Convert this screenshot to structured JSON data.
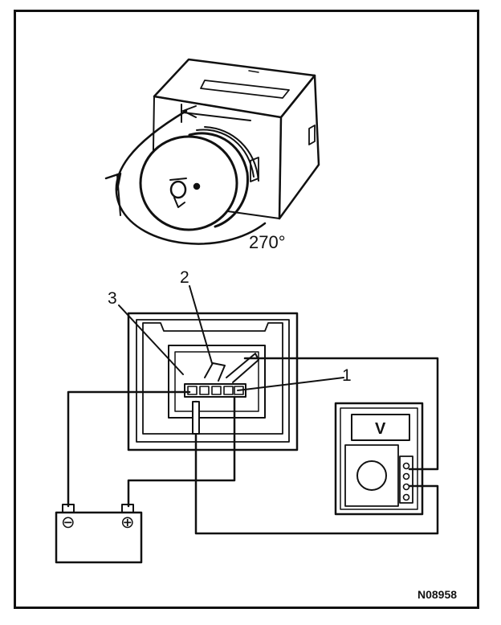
{
  "diagram": {
    "angle_label": "270°",
    "callouts": [
      "1",
      "2",
      "3"
    ],
    "meter_label": "V",
    "battery_terminals": {
      "negative": "⊖",
      "positive": "⊕"
    },
    "figure_code": "N08958"
  }
}
